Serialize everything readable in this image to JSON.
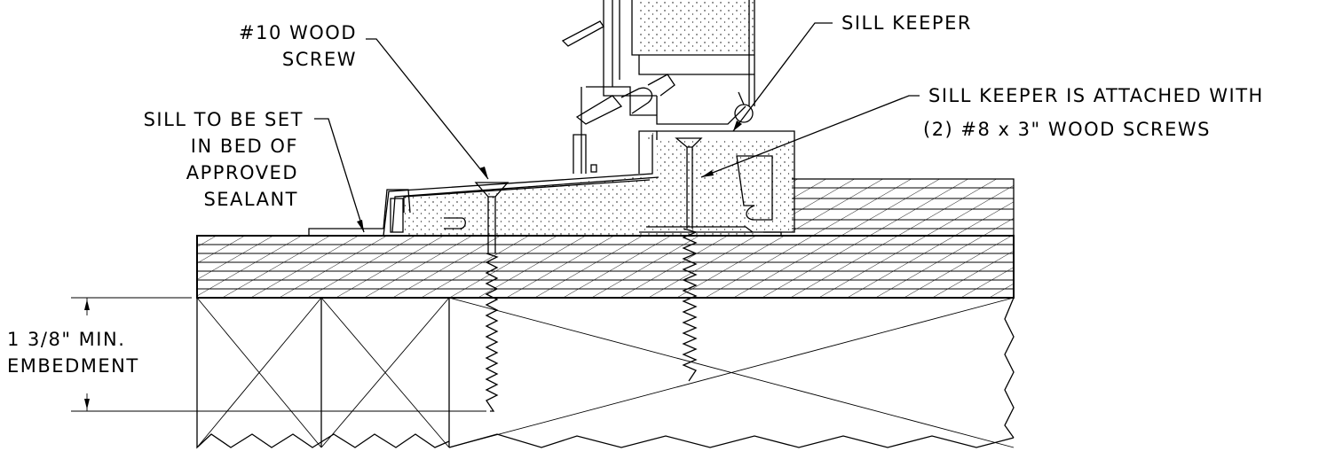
{
  "labels": {
    "wood_screw": [
      "#10 WOOD",
      "SCREW"
    ],
    "sill_keeper": "SILL KEEPER",
    "sill_sealant": [
      "SILL TO BE SET",
      "IN BED OF",
      "APPROVED",
      "SEALANT"
    ],
    "keeper_attached": [
      "SILL KEEPER IS ATTACHED WITH",
      "(2) #8 x 3\" WOOD SCREWS"
    ],
    "embedment": [
      "1 3/8\" MIN.",
      "EMBEDMENT"
    ]
  }
}
